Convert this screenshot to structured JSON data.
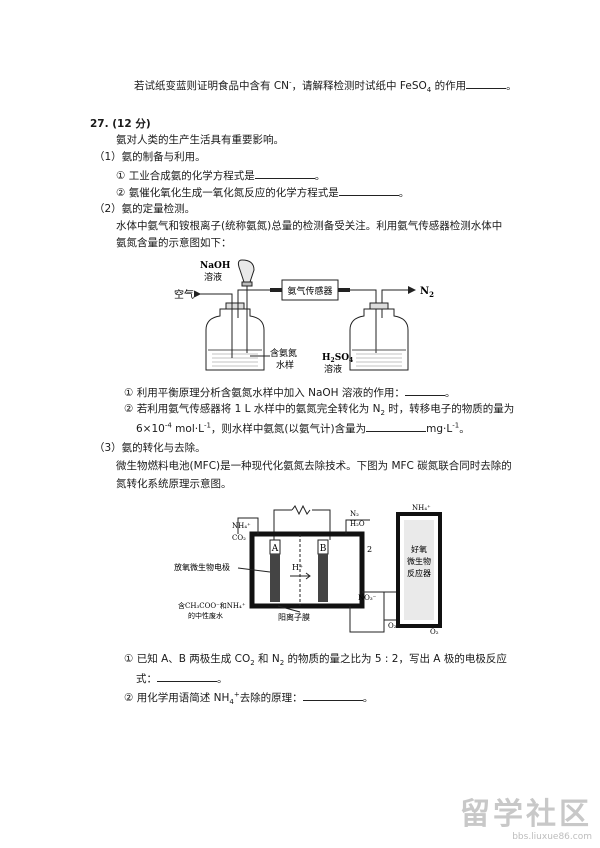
{
  "intro": {
    "before": "若试纸变蓝则证明食品中含有 CN",
    "sup": "-",
    "after": "，请解释检测时试纸中 FeSO",
    "sub": "4",
    "tail": " 的作用"
  },
  "question": {
    "number": "27. (12 分)",
    "lead": "氨对人类的生产生活具有重要影响。",
    "part1": {
      "heading": "（1）氨的制备与利用。",
      "q1": "① 工业合成氨的化学方程式是",
      "q2": "② 氨催化氧化生成一氧化氮反应的化学方程式是"
    },
    "part2": {
      "heading": "（2）氨的定量检测。",
      "desc1": "水体中氨气和铵根离子(统称氨氮)总量的检测备受关注。利用氨气传感器检测水体中",
      "desc2": "氨氮含量的示意图如下：",
      "q1": "① 利用平衡原理分析含氨氮水样中加入 NaOH 溶液的作用：",
      "q2a": "② 若利用氨气传感器将 1 L 水样中的氨氮完全转化为 N",
      "q2a_sub": "2",
      "q2a_tail": " 时，转移电子的物质的量为",
      "q2b_val": "6×10",
      "q2b_exp": "-4",
      "q2b_unit": " mol·L",
      "q2b_exp2": "-1",
      "q2b_tail": "，则水样中氨氮(以氨气计)含量为",
      "q2b_unit2": "mg·L",
      "q2b_exp3": "-1",
      "q2b_end": "。"
    },
    "part3": {
      "heading": "（3）氨的转化与去除。",
      "desc1": "微生物燃料电池(MFC)是一种现代化氨氮去除技术。下图为 MFC 碳氮联合同时去除的",
      "desc2": "氮转化系统原理示意图。",
      "q1a": "① 已知 A、B 两极生成 CO",
      "q1a_sub1": "2",
      "q1a_mid": " 和 N",
      "q1a_sub2": "2",
      "q1a_tail": " 的物质的量之比为 5 : 2，写出 A 极的电极反应",
      "q1b": "式：",
      "q2": "② 用化学用语简述 NH",
      "q2_sub": "4",
      "q2_sup": "+",
      "q2_tail": "去除的原理：",
      "end": "。"
    }
  },
  "diagram1": {
    "naoh": "NaOH",
    "naoh_sol": "溶液",
    "air": "空气",
    "sensor": "氨气传感器",
    "n2": "N",
    "n2_sub": "2",
    "sample1": "含氨氮",
    "sample2": "水样",
    "h2so4": "H",
    "h2so4_sub": "2",
    "h2so4_tail": "SO",
    "h2so4_sub2": "4",
    "h2so4_sol": "溶液"
  },
  "diagram2": {
    "nh4_top": "NH₄⁺",
    "nh4_left": "NH₄⁺",
    "co2": "CO₂",
    "n2_top": "N₂",
    "h2o": "H₂O",
    "a": "A",
    "b": "B",
    "h_plus": "H⁺",
    "two": "2",
    "electrode": "放氧微生物电极",
    "wastewater1": "含CH₃COO⁻和NH₄⁺",
    "wastewater2": "的中性废水",
    "membrane": "阳离子膜",
    "no3": "NO₃⁻",
    "reactor1": "好氧",
    "reactor2": "微生物",
    "reactor3": "反应器",
    "o2_left": "O₂",
    "o2_right": "O₂"
  },
  "watermark": {
    "logo": "留学社区",
    "url": "bbs.liuxue86.com"
  }
}
